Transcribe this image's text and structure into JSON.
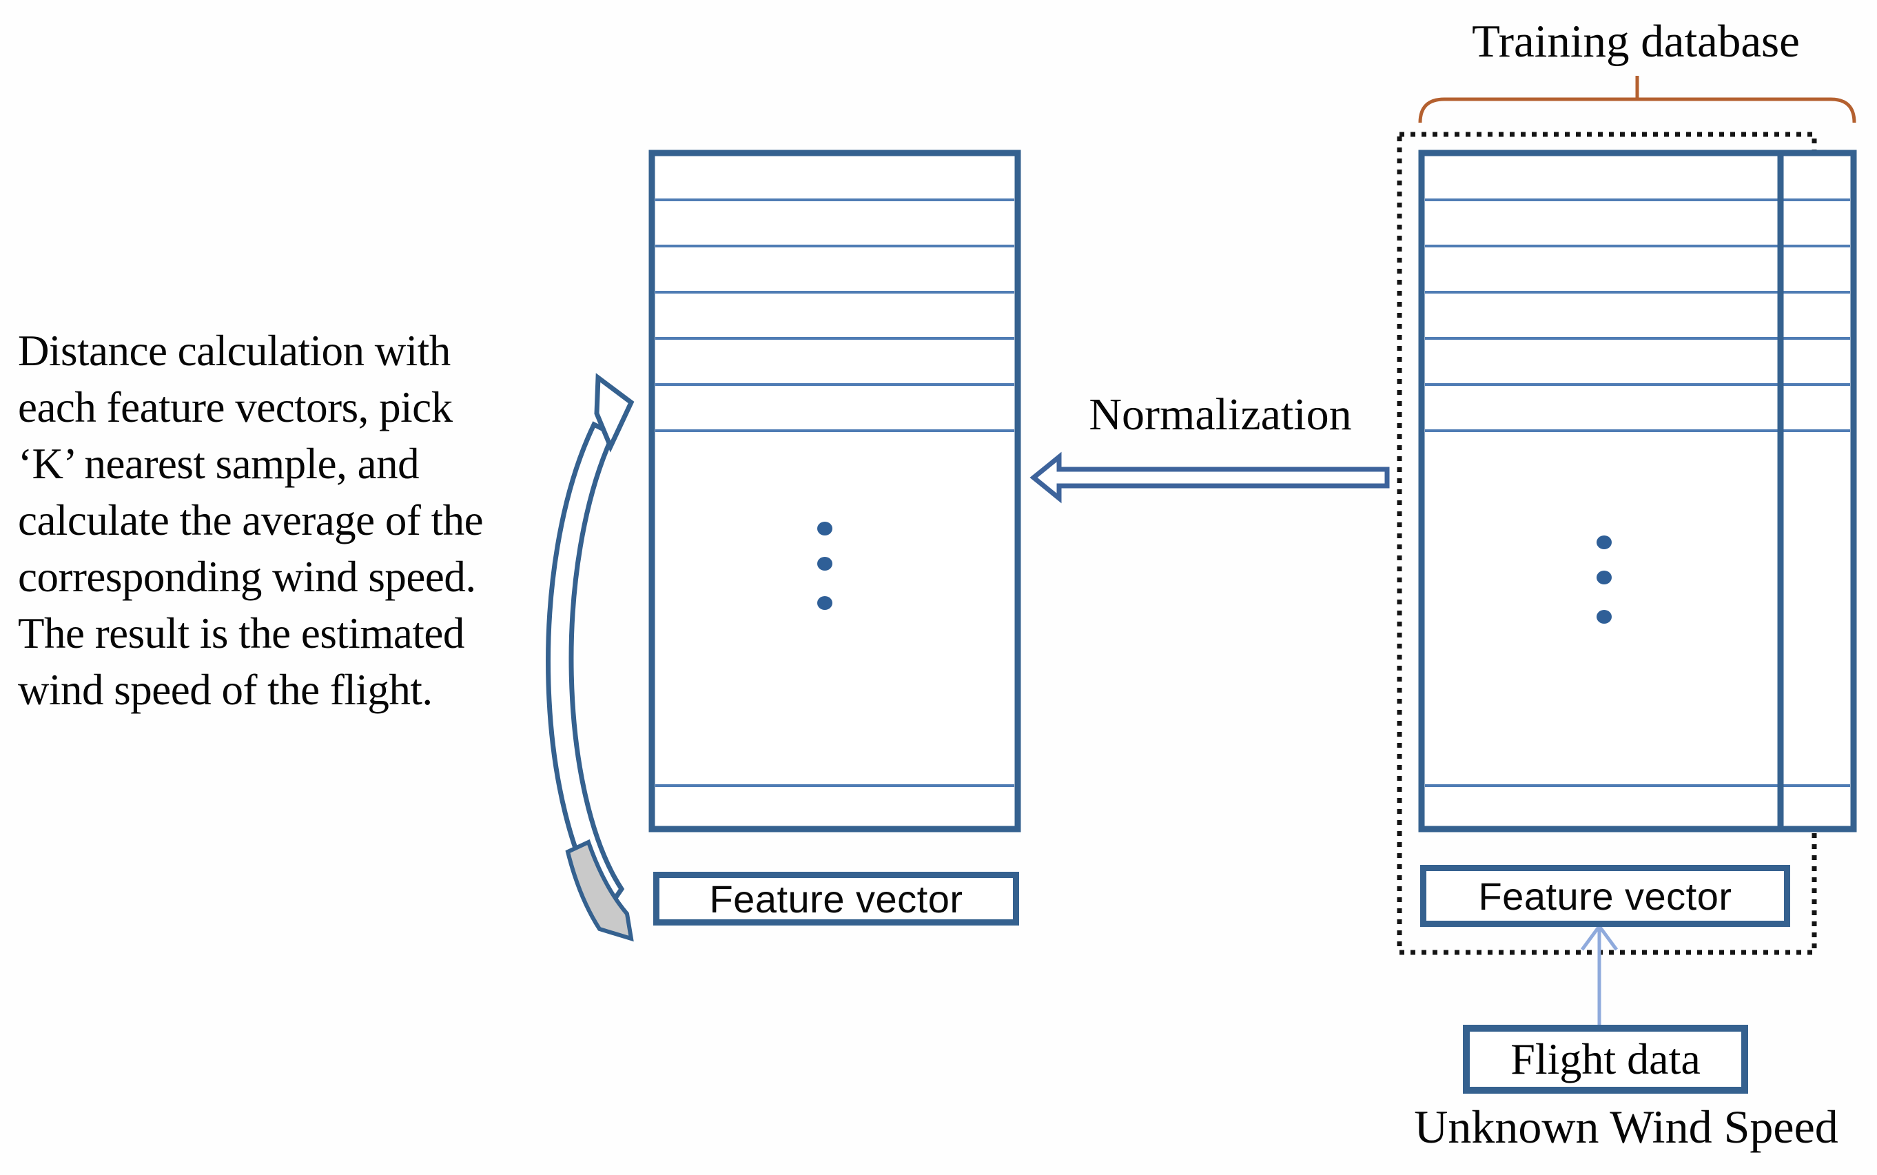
{
  "figure": {
    "title_region": "Training database",
    "kind": "knn-wind-speed-estimation-flow-diagram"
  },
  "annotation": {
    "distance_calculation": "Distance calculation with\neach feature vectors, pick\n‘K’ nearest sample, and\ncalculate the average of the\ncorresponding wind speed.\nThe result is the estimated\nwind speed of the flight."
  },
  "labels": {
    "training_database": "Training database",
    "normalization": "Normalization",
    "feature_vector_left": "Feature vector",
    "feature_vector_right": "Feature vector",
    "flight_data": "Flight data",
    "unknown_wind_speed": "Unknown Wind Speed"
  },
  "diagram_structure": {
    "left_table": {
      "top_rows": 6,
      "bottom_rows": 1,
      "ellipsis_dots": 3
    },
    "right_table": {
      "top_rows": 6,
      "bottom_rows": 1,
      "ellipsis_dots": 3,
      "extra_right_column": true
    },
    "icons": [
      "left-block-arrow-icon",
      "curved-up-arrow-icon",
      "over-brace-icon",
      "up-arrow-icon",
      "dotted-boundary"
    ]
  },
  "colors": {
    "table_border": "#35618f",
    "row_line": "#4f7cb4",
    "dot_fill": "#2f5f97",
    "brace": "#b4602f",
    "dotted_boundary": "#141414",
    "block_arrow_outline": "#3d639b",
    "light_arrow": "#8faadc",
    "arrow_tail_gray": "#c9c9c9",
    "text": "#000000"
  }
}
